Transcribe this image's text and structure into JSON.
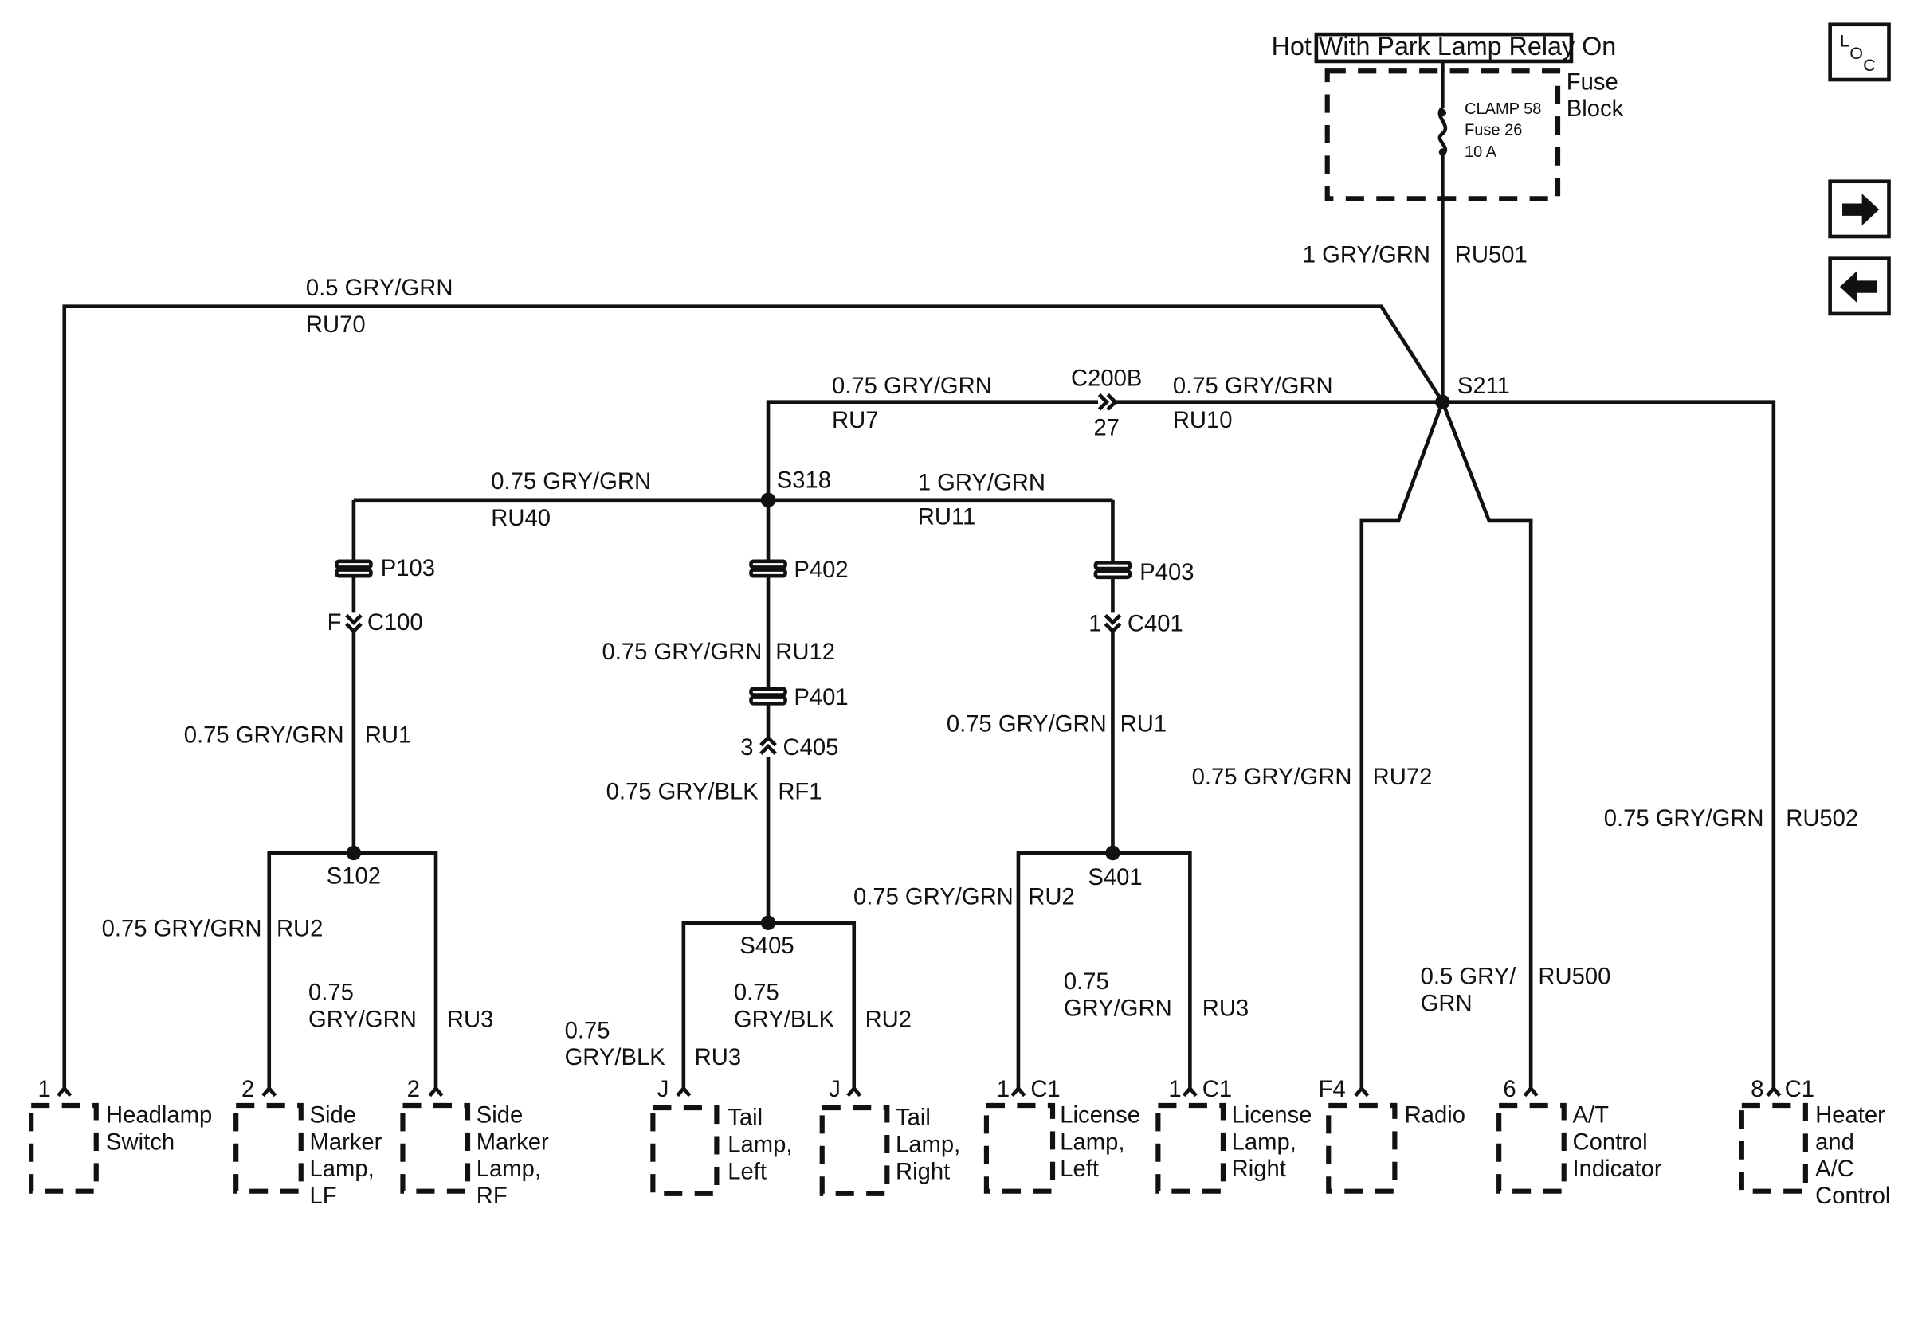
{
  "header": {
    "supply_label": "Hot With Park Lamp Relay On",
    "fuse_block_label": [
      "Fuse",
      "Block"
    ],
    "fuse_info": [
      "CLAMP 58",
      "Fuse 26",
      "10 A"
    ]
  },
  "nav": {
    "loc_label": "LOC",
    "next_icon": "arrow-right-icon",
    "prev_icon": "arrow-left-icon"
  },
  "wires": {
    "feed_main": {
      "gauge": "1 GRY/GRN",
      "circuit": "RU501"
    },
    "top_left": {
      "gauge": "0.5 GRY/GRN",
      "circuit": "RU70"
    },
    "ru7": {
      "gauge": "0.75 GRY/GRN",
      "circuit": "RU7"
    },
    "ru10": {
      "gauge": "0.75 GRY/GRN",
      "circuit": "RU10"
    },
    "ru40": {
      "gauge": "0.75 GRY/GRN",
      "circuit": "RU40"
    },
    "ru11": {
      "gauge": "1 GRY/GRN",
      "circuit": "RU11"
    },
    "ru12": {
      "gauge": "0.75 GRY/GRN",
      "circuit": "RU12"
    },
    "rf1": {
      "gauge": "0.75 GRY/BLK",
      "circuit": "RF1"
    },
    "ru1_left": {
      "gauge": "0.75 GRY/GRN",
      "circuit": "RU1"
    },
    "ru1_right": {
      "gauge": "0.75 GRY/GRN",
      "circuit": "RU1"
    },
    "ru72": {
      "gauge": "0.75 GRY/GRN",
      "circuit": "RU72"
    },
    "ru502": {
      "gauge": "0.75 GRY/GRN",
      "circuit": "RU502"
    },
    "s102_ru2": {
      "gauge": "0.75 GRY/GRN",
      "circuit": "RU2"
    },
    "s102_ru3": {
      "gauge": [
        "0.75",
        "GRY/GRN"
      ],
      "circuit": "RU3"
    },
    "s405_ru3": {
      "gauge": [
        "0.75",
        "GRY/BLK"
      ],
      "circuit": "RU3"
    },
    "s405_ru2": {
      "gauge": [
        "0.75",
        "GRY/BLK"
      ],
      "circuit": "RU2"
    },
    "s401_ru2": {
      "gauge": "0.75 GRY/GRN",
      "circuit": "RU2"
    },
    "s401_ru3": {
      "gauge": [
        "0.75",
        "GRY/GRN"
      ],
      "circuit": "RU3"
    },
    "ru500": {
      "gauge": [
        "0.5 GRY/",
        "GRN"
      ],
      "circuit": "RU500"
    }
  },
  "splices": {
    "s211": "S211",
    "s318": "S318",
    "s102": "S102",
    "s405": "S405",
    "s401": "S401"
  },
  "connectors": {
    "c200b": {
      "name": "C200B",
      "pin": "27"
    },
    "p103": "P103",
    "p402": "P402",
    "p401": "P401",
    "p403": "P403",
    "c100": {
      "pin": "F",
      "name": "C100"
    },
    "c405": {
      "pin": "3",
      "name": "C405"
    },
    "c401": {
      "pin": "1",
      "name": "C401"
    }
  },
  "components": [
    {
      "pin": "1",
      "lines": [
        "Headlamp",
        "Switch"
      ]
    },
    {
      "pin": "2",
      "lines": [
        "Side",
        "Marker",
        "Lamp,",
        "LF"
      ]
    },
    {
      "pin": "2",
      "lines": [
        "Side",
        "Marker",
        "Lamp,",
        "RF"
      ]
    },
    {
      "pin": "J",
      "lines": [
        "Tail",
        "Lamp,",
        "Left"
      ]
    },
    {
      "pin": "J",
      "lines": [
        "Tail",
        "Lamp,",
        "Right"
      ]
    },
    {
      "pin": "1",
      "conn": "C1",
      "lines": [
        "License",
        "Lamp,",
        "Left"
      ]
    },
    {
      "pin": "1",
      "conn": "C1",
      "lines": [
        "License",
        "Lamp,",
        "Right"
      ]
    },
    {
      "pin": "F4",
      "lines": [
        "Radio"
      ]
    },
    {
      "pin": "6",
      "lines": [
        "A/T",
        "Control",
        "Indicator"
      ]
    },
    {
      "pin": "8",
      "conn": "C1",
      "lines": [
        "Heater",
        "and",
        "A/C",
        "Control"
      ]
    }
  ]
}
